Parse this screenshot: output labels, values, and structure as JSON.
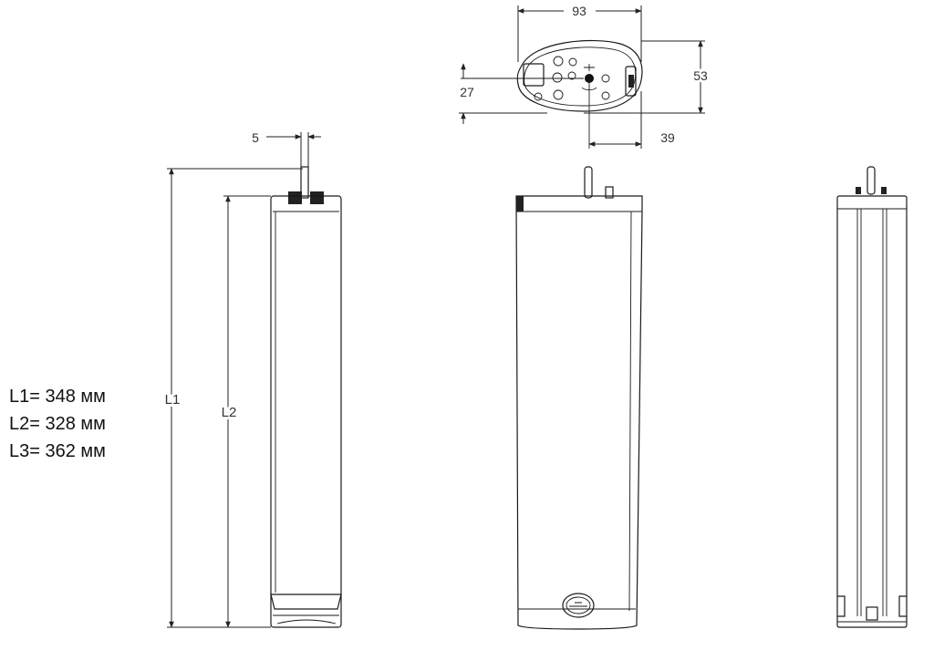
{
  "top_view": {
    "width_label": "93",
    "depth_label": "53",
    "offset_left_label": "27",
    "offset_bottom_label": "39"
  },
  "side_view": {
    "pipe_label": "5",
    "l1_label": "L1",
    "l2_label": "L2"
  },
  "lengths": [
    {
      "text": "L1= 348 мм"
    },
    {
      "text": "L2= 328 мм"
    },
    {
      "text": "L3= 362 мм"
    }
  ]
}
